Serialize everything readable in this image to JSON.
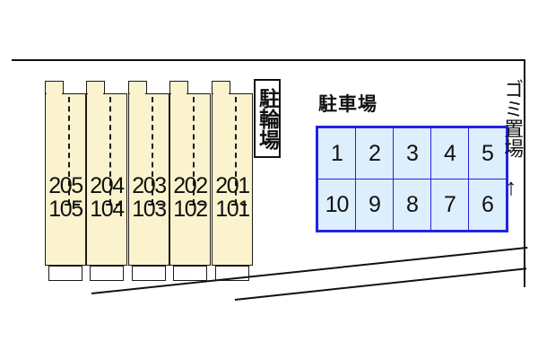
{
  "site": {
    "title": "apartment-site-plan"
  },
  "building": {
    "units": [
      {
        "upper": "205",
        "lower": "105"
      },
      {
        "upper": "204",
        "lower": "104"
      },
      {
        "upper": "203",
        "lower": "103"
      },
      {
        "upper": "202",
        "lower": "102"
      },
      {
        "upper": "201",
        "lower": "101"
      }
    ]
  },
  "bike_parking": {
    "label": "駐輪場"
  },
  "parking_lot": {
    "title": "駐車場",
    "rows": [
      [
        "1",
        "2",
        "3",
        "4",
        "5"
      ],
      [
        "10",
        "9",
        "8",
        "7",
        "6"
      ]
    ]
  },
  "garbage": {
    "label": "ゴミ置場",
    "arrow_icon": "↑"
  },
  "colors": {
    "building_fill": "#faf3cd",
    "building_stroke": "#1a1a1a",
    "lot_fill": "#ddeefc",
    "lot_stroke": "#2323e0",
    "boundary": "#111111",
    "page_background": "#ffffff"
  }
}
